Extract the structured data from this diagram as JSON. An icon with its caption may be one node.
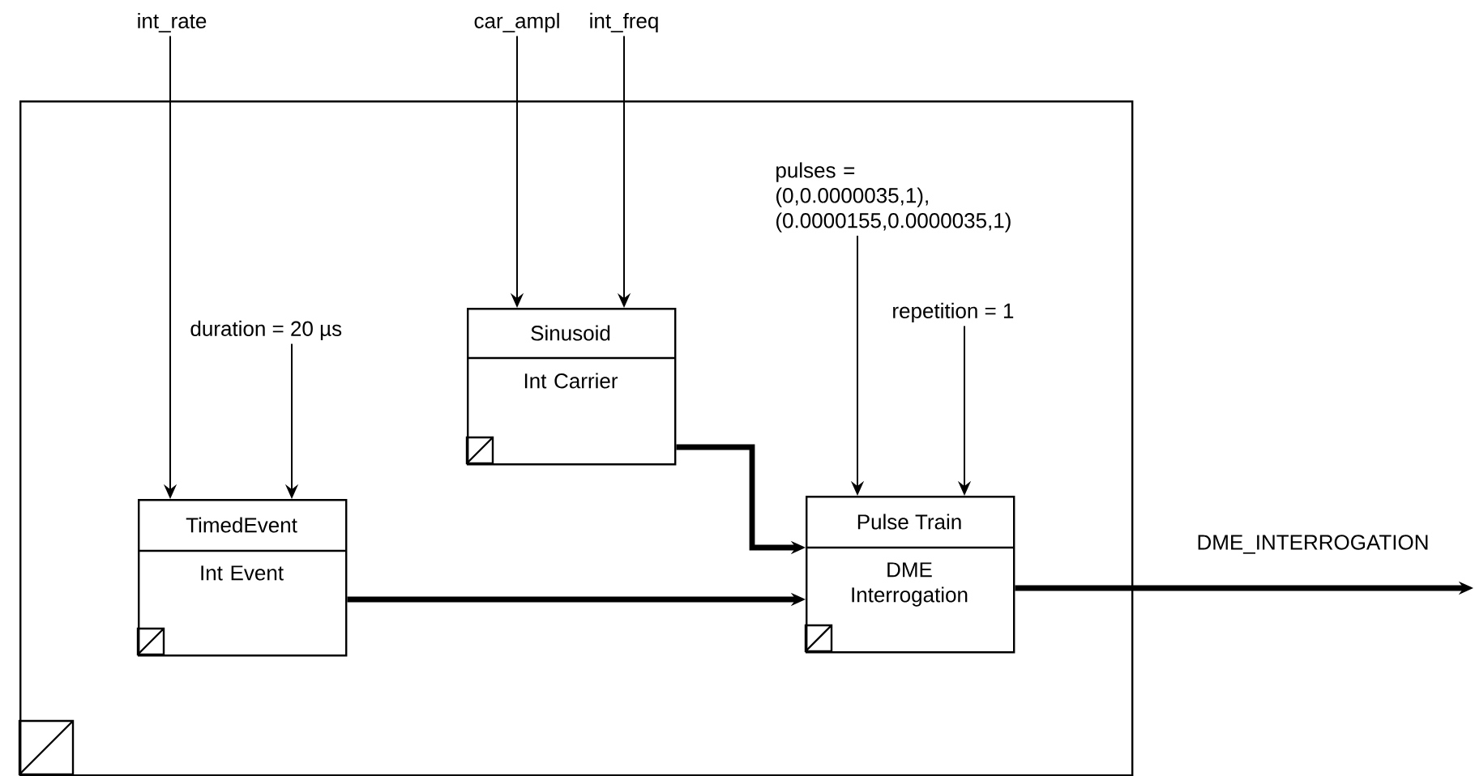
{
  "diagram": {
    "nodes": [
      {
        "text": [],
        "shape": "box"
      },
      {
        "text": [
          "int_rate"
        ]
      },
      {
        "text": [
          "car_ampl"
        ]
      },
      {
        "text": [
          "int_freq"
        ]
      },
      {
        "text": [
          "duration = 20 µs"
        ],
        "in": 0
      },
      {
        "text": [
          "pulses = (0,0.0000035,1), (0.0000155,0.0000035,1)"
        ],
        "in": 0
      },
      {
        "text": [
          "repetition = 1"
        ],
        "in": 0
      },
      {
        "text": [
          "TimedEvent",
          "Int Event"
        ],
        "in": 0
      },
      {
        "text": [
          "Sinusoid",
          "Int Carrier"
        ],
        "in": 0
      },
      {
        "text": [
          "Pulse Train",
          "DME Interrogation"
        ],
        "in": 0
      }
    ],
    "edges": [
      {
        "from": 1,
        "to": 7,
        "arrow": "to"
      },
      {
        "from": 2,
        "to": 8,
        "arrow": "to"
      },
      {
        "from": 3,
        "to": 8,
        "arrow": "to"
      },
      {
        "from": 4,
        "to": 7,
        "arrow": "to"
      },
      {
        "from": 5,
        "to": 9,
        "arrow": "to"
      },
      {
        "from": 6,
        "to": 9,
        "arrow": "to"
      },
      {
        "from": 8,
        "to": 9,
        "arrow": "to",
        "style": "thick"
      },
      {
        "from": 7,
        "to": 9,
        "arrow": "to",
        "style": "thick"
      },
      {
        "from": 9,
        "to": null,
        "arrow": "to",
        "style": "thick",
        "label": "DME_INTERROGATION"
      }
    ]
  }
}
